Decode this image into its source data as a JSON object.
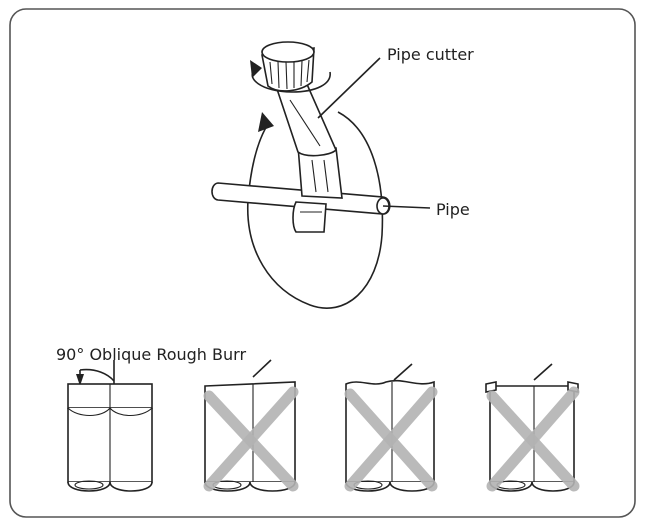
{
  "labels": {
    "pipe_cutter": "Pipe cutter",
    "pipe": "Pipe",
    "cut_types": "90° Oblique Rough Burr"
  },
  "colors": {
    "line": "#222222",
    "cross": "#b3b3b3",
    "frame": "#555555"
  }
}
